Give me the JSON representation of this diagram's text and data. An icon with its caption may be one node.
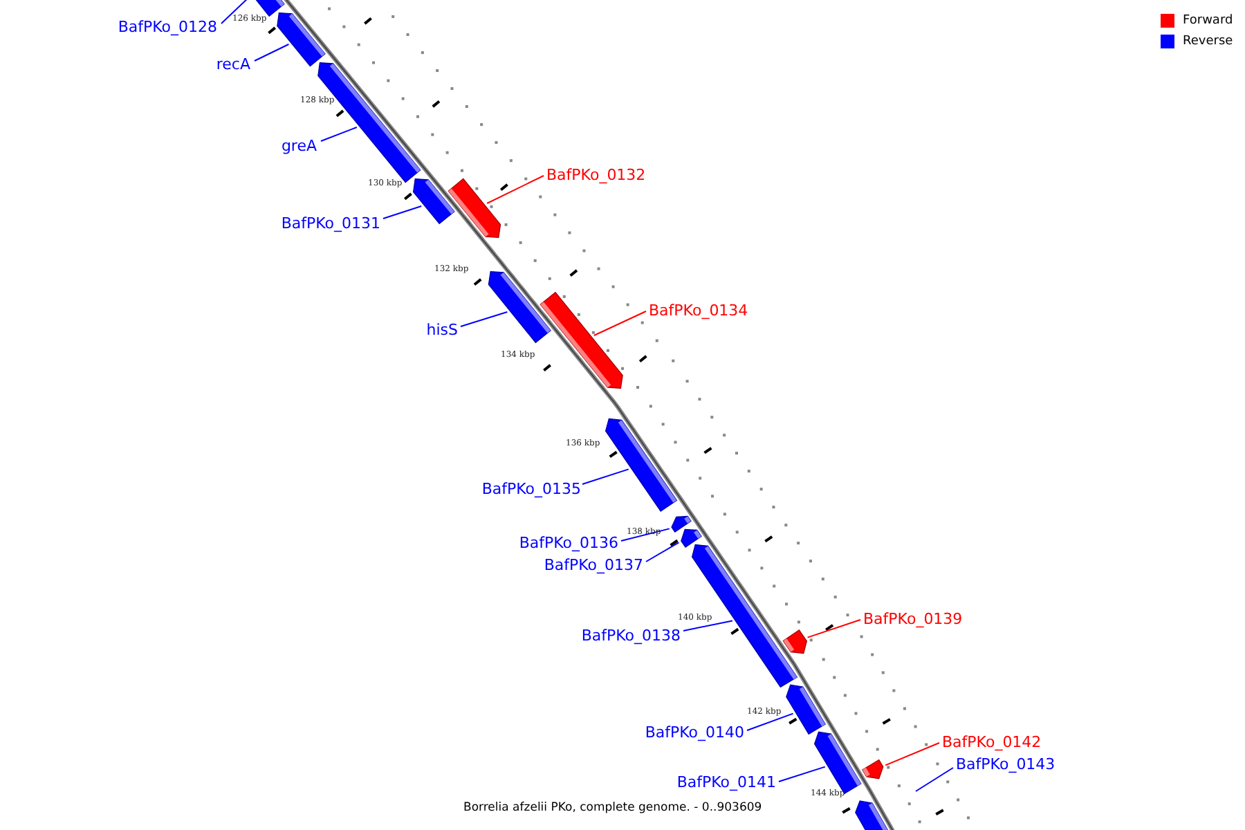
{
  "diagram": {
    "caption": "Borrelia afzelii PKo, complete genome. - 0..903609",
    "nodes": [
      {
        "text": [
          "BafPKo_0128"
        ]
      },
      {
        "text": [
          "recA"
        ]
      },
      {
        "text": [
          "greA"
        ]
      },
      {
        "text": [
          "BafPKo_0131"
        ]
      },
      {
        "text": [
          "BafPKo_0132"
        ]
      },
      {
        "text": [
          "hisS"
        ]
      },
      {
        "text": [
          "BafPKo_0134"
        ]
      },
      {
        "text": [
          "BafPKo_0135"
        ]
      },
      {
        "text": [
          "BafPKo_0136"
        ]
      },
      {
        "text": [
          "BafPKo_0137"
        ]
      },
      {
        "text": [
          "BafPKo_0138"
        ]
      },
      {
        "text": [
          "BafPKo_0139"
        ]
      },
      {
        "text": [
          "BafPKo_0140"
        ]
      },
      {
        "text": [
          "BafPKo_0141"
        ]
      },
      {
        "text": [
          "BafPKo_0142"
        ]
      },
      {
        "text": [
          "BafPKo_0143"
        ]
      },
      {
        "text": [],
        "shape": "bar"
      },
      {
        "text": [],
        "shape": "bar"
      },
      {
        "text": [],
        "shape": "bar"
      },
      {
        "text": [],
        "shape": "bar"
      },
      {
        "text": [],
        "shape": "bar"
      },
      {
        "text": [],
        "shape": "bar"
      },
      {
        "text": [],
        "shape": "bar"
      },
      {
        "text": [],
        "shape": "bar"
      },
      {
        "text": [],
        "shape": "bar"
      },
      {
        "text": [],
        "shape": "bar"
      },
      {
        "text": [],
        "shape": "bar"
      },
      {
        "text": [],
        "shape": "bar"
      },
      {
        "text": [],
        "shape": "bar"
      },
      {
        "text": [],
        "shape": "bar"
      },
      {
        "text": [],
        "shape": "bar"
      },
      {
        "text": [],
        "shape": "bar"
      }
    ],
    "edges": [
      {
        "from": 0,
        "to": 16,
        "arrow": "none"
      },
      {
        "from": 1,
        "to": 17,
        "arrow": "none"
      },
      {
        "from": 2,
        "to": 18,
        "arrow": "none"
      },
      {
        "from": 3,
        "to": 19,
        "arrow": "none"
      },
      {
        "from": 4,
        "to": 20,
        "arrow": "none",
        "color": "#ff0000"
      },
      {
        "from": 5,
        "to": 21,
        "arrow": "none"
      },
      {
        "from": 6,
        "to": 22,
        "arrow": "none",
        "color": "#ff0000"
      },
      {
        "from": 7,
        "to": 23,
        "arrow": "none"
      },
      {
        "from": 8,
        "to": 24,
        "arrow": "none"
      },
      {
        "from": 9,
        "to": 25,
        "arrow": "none"
      },
      {
        "from": 10,
        "to": 26,
        "arrow": "none"
      },
      {
        "from": 11,
        "to": 27,
        "arrow": "none",
        "color": "#ff0000"
      },
      {
        "from": 12,
        "to": 28,
        "arrow": "none"
      },
      {
        "from": 13,
        "to": 29,
        "arrow": "none"
      },
      {
        "from": 14,
        "to": 30,
        "arrow": "none",
        "color": "#ff0000"
      },
      {
        "from": 15,
        "to": null,
        "arrow": "none"
      }
    ],
    "labels": [
      "126 kbp",
      "128 kbp",
      "130 kbp",
      "132 kbp",
      "134 kbp",
      "136 kbp",
      "138 kbp",
      "140 kbp",
      "142 kbp",
      "144 kbp"
    ],
    "legend": [
      {
        "text": "Forward",
        "color": "#ff0000"
      },
      {
        "text": "Reverse",
        "color": "#0000ff"
      }
    ]
  }
}
